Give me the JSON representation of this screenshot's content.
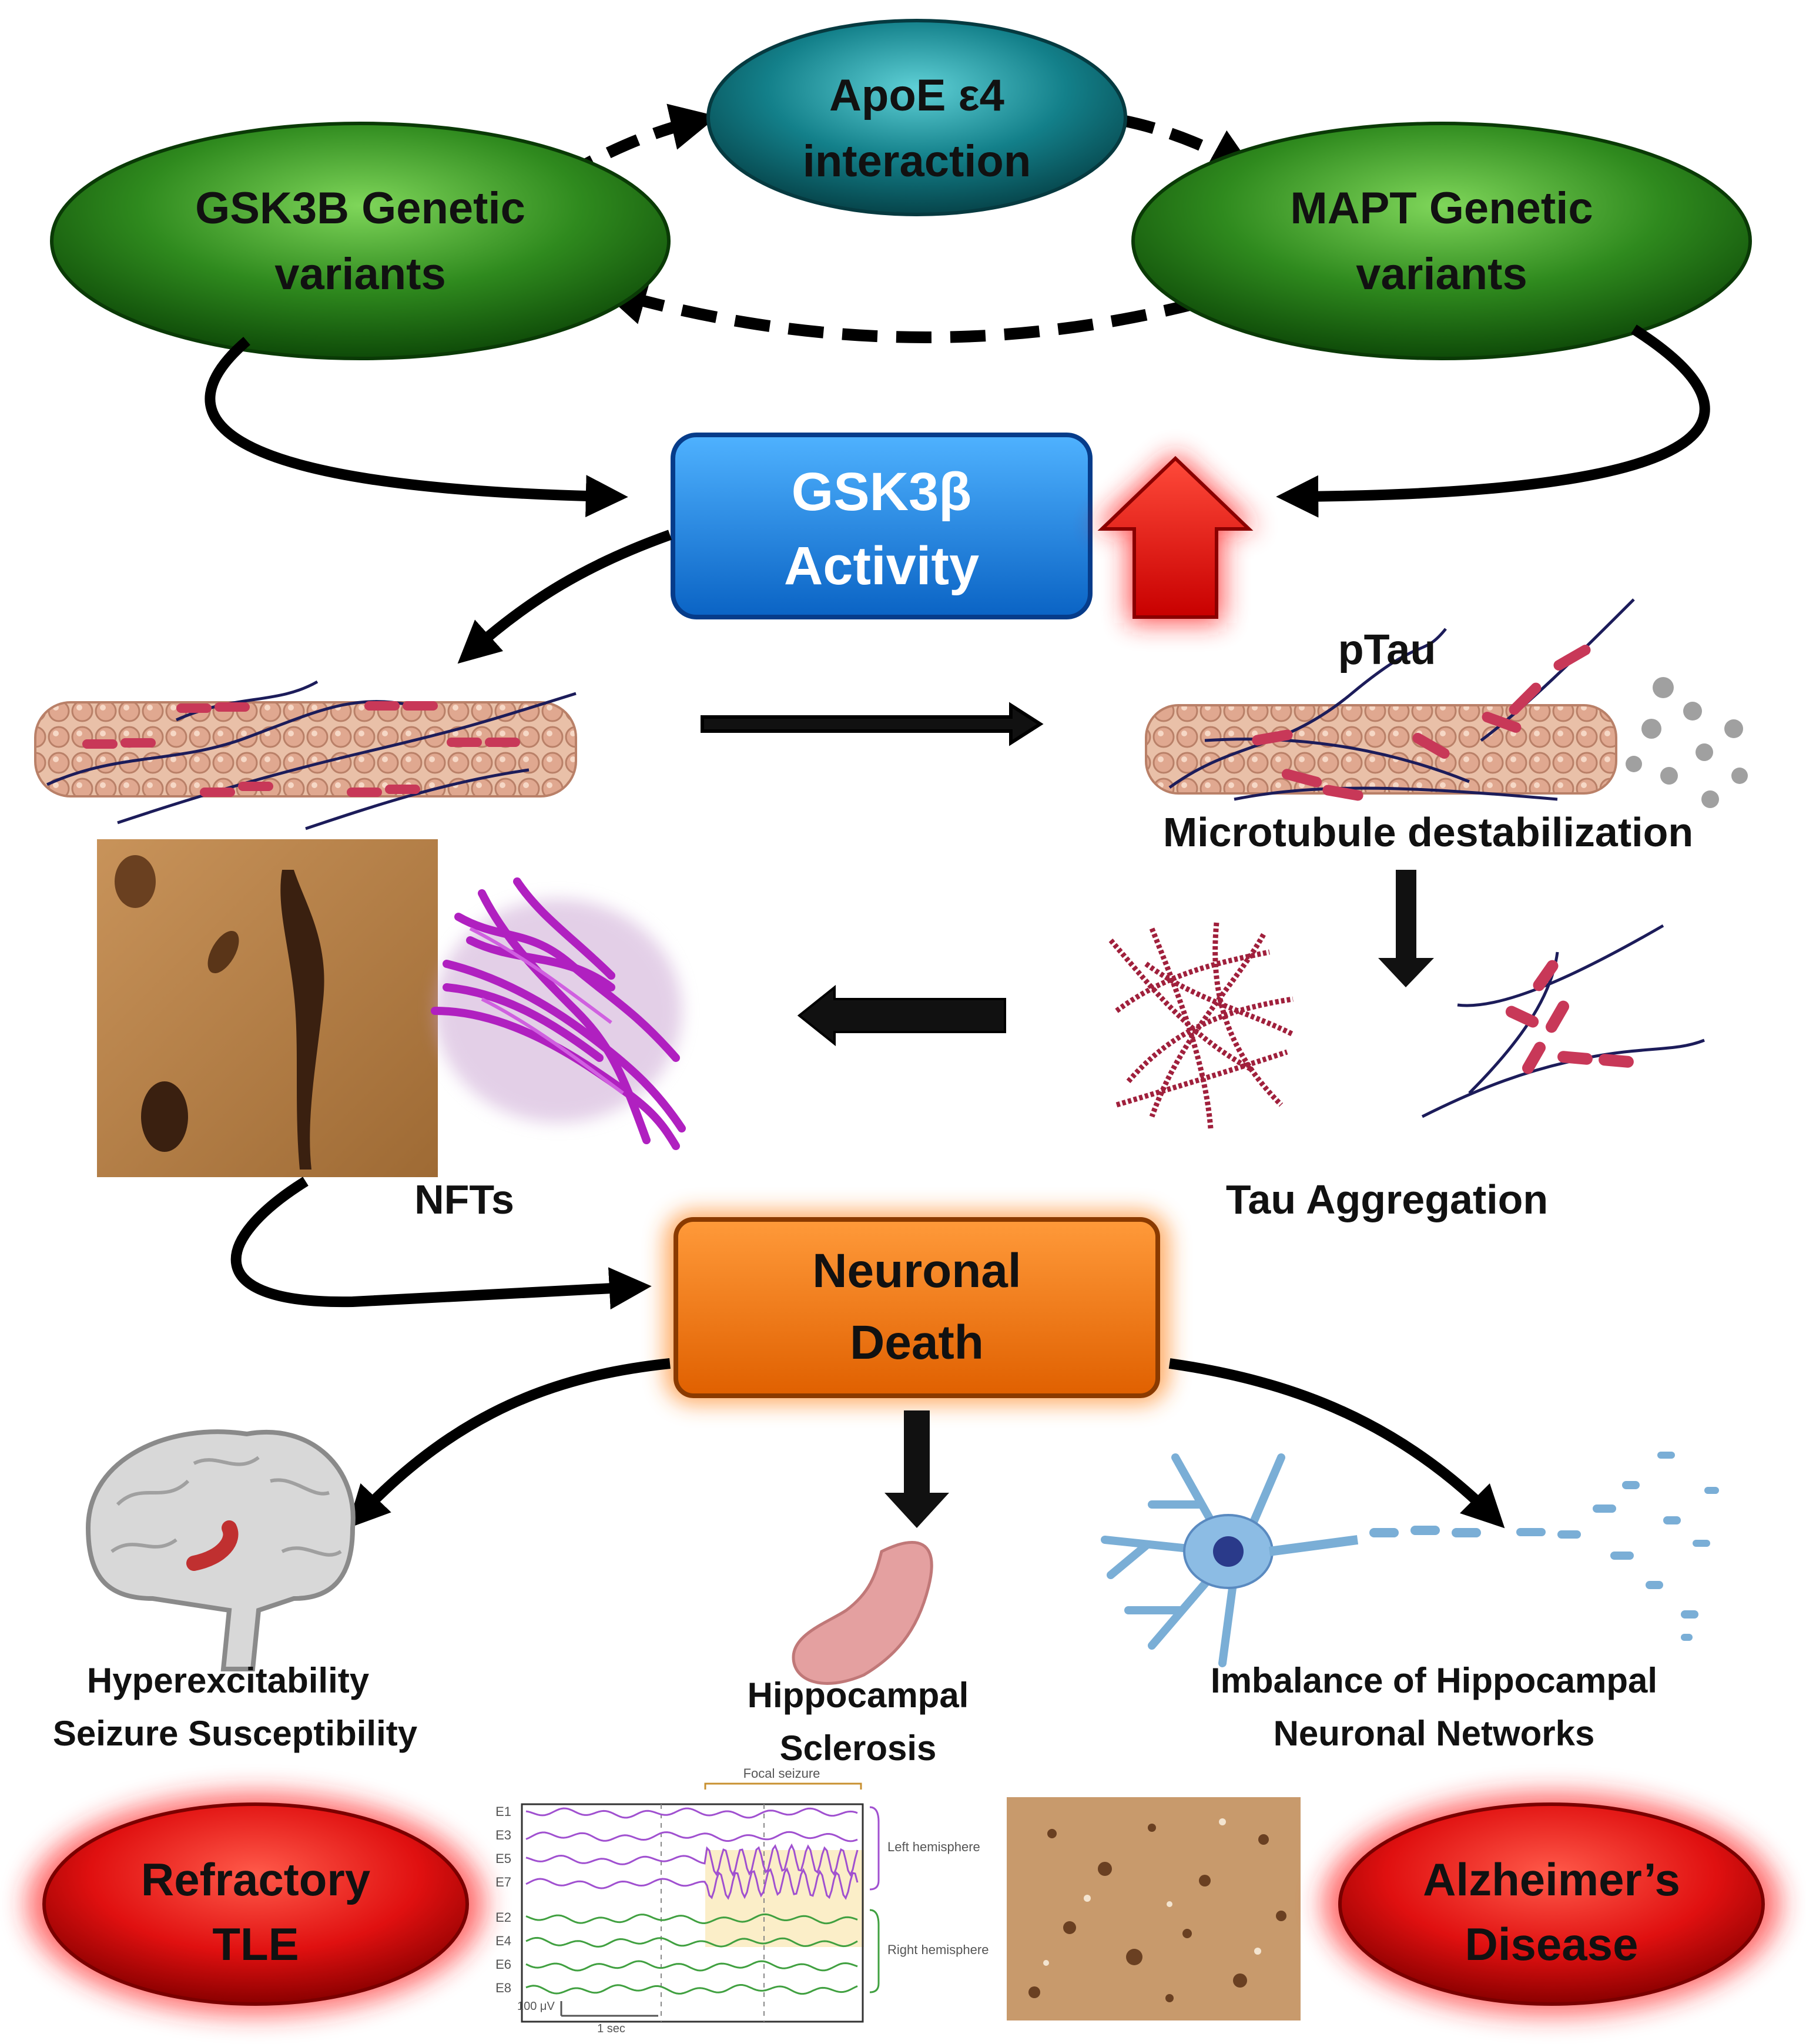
{
  "nodes": {
    "apoe": {
      "line1": "ApoE ε4",
      "line2": "interaction"
    },
    "gsk3b_variants": {
      "line1": "GSK3B Genetic",
      "line2": "variants"
    },
    "mapt_variants": {
      "line1": "MAPT Genetic",
      "line2": "variants"
    },
    "gsk3b_activity": {
      "line1": "GSK3β",
      "line2": "Activity"
    },
    "neuronal_death": {
      "line1": "Neuronal",
      "line2": "Death"
    },
    "refractory_tle": {
      "line1": "Refractory",
      "line2": "TLE"
    },
    "alzheimers": {
      "line1": "Alzheimer’s",
      "line2": "Disease"
    }
  },
  "labels": {
    "ptau": "pTau",
    "microtubule": "Microtubule destabilization",
    "nfts": "NFTs",
    "tau_aggregation": "Tau Aggregation",
    "hyperexcitability_1": "Hyperexcitability",
    "hyperexcitability_2": "Seizure Susceptibility",
    "sclerosis_1": "Hippocampal",
    "sclerosis_2": "Sclerosis",
    "imbalance_1": "Imbalance of Hippocampal",
    "imbalance_2": "Neuronal Networks"
  },
  "eeg": {
    "title": "Focal seizure",
    "left_hemisphere": "Left hemisphere",
    "right_hemisphere": "Right hemisphere",
    "channels_left": [
      "E1",
      "E3",
      "E5",
      "E7"
    ],
    "channels_right": [
      "E2",
      "E4",
      "E6",
      "E8"
    ],
    "scale_amplitude": "100 μV",
    "scale_time": "1 sec"
  },
  "colors": {
    "green_node": "#2f8a1e",
    "teal_node": "#13808a",
    "blue_box": "#1a86e6",
    "orange_box": "#f07a10",
    "red_disease": "#e01010",
    "tau_red": "#c83858",
    "nft_purple": "#b020c0"
  }
}
